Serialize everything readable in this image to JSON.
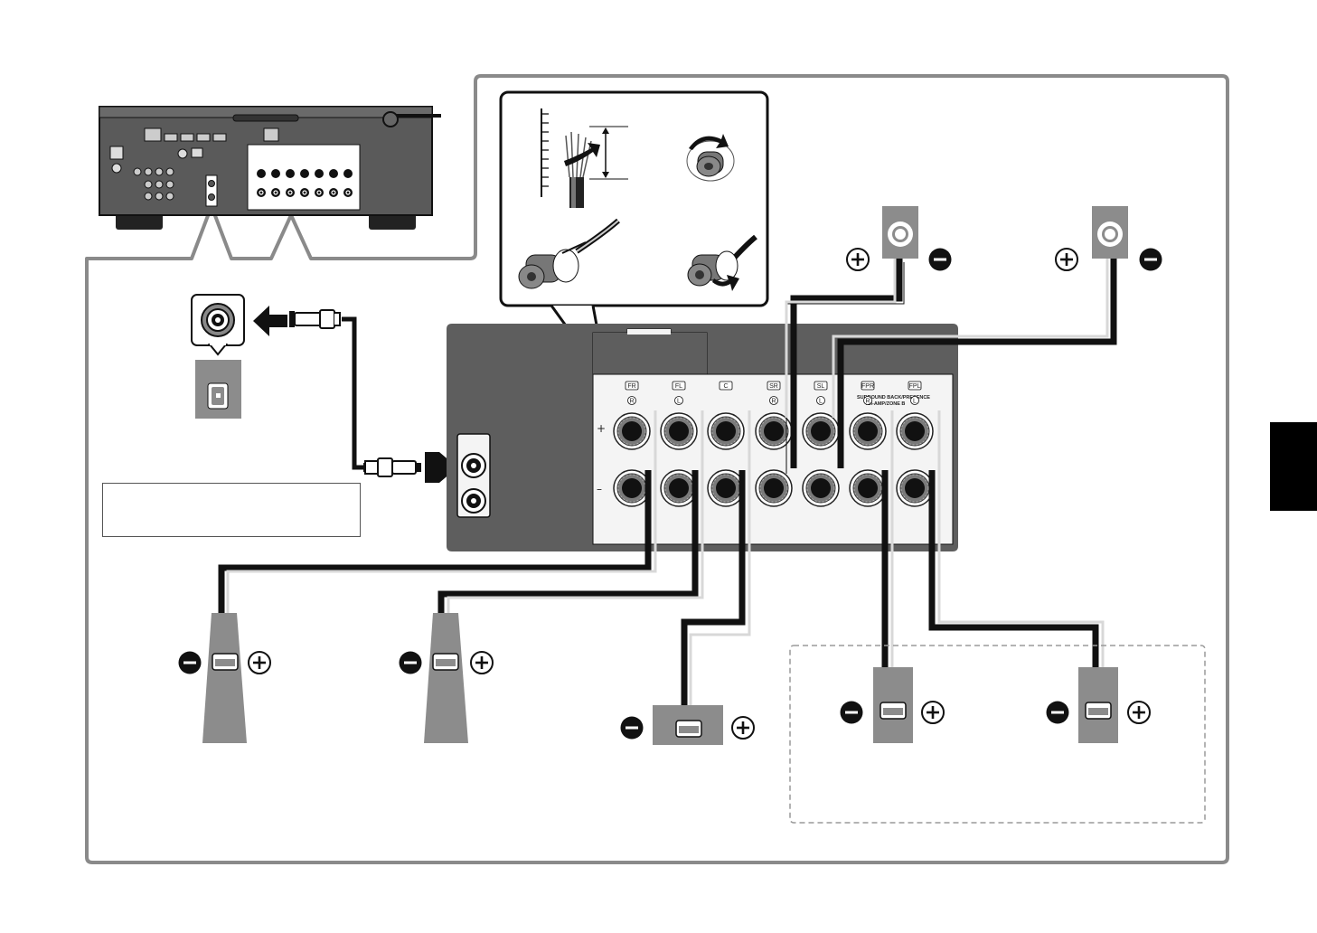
{
  "terminals": [
    {
      "id": "FR",
      "label": "FR",
      "side": "R"
    },
    {
      "id": "FL",
      "label": "FL",
      "side": "L"
    },
    {
      "id": "C",
      "label": "C",
      "side": ""
    },
    {
      "id": "SR",
      "label": "SR",
      "side": "R"
    },
    {
      "id": "SL",
      "label": "SL",
      "side": "L"
    },
    {
      "id": "FPR",
      "label": "FPR",
      "side": "R"
    },
    {
      "id": "FPL",
      "label": "FPL",
      "side": "L"
    }
  ],
  "panel": {
    "plus_label": "+",
    "minus_label": "–",
    "group_label_1": "SURROUND BACK/PRESENCE",
    "group_label_2": "/BI-AMP/ZONE B"
  },
  "colors": {
    "panel_dark": "#5e5e5e",
    "panel_light": "#f4f4f4",
    "speaker_fill": "#8c8c8c",
    "outline": "#8a8a8a",
    "wire": "#111111",
    "wire_light": "#d8d8d8",
    "tab": "#000000"
  },
  "icons": [
    "plus-circle-icon",
    "minus-circle-icon",
    "arrow-icon",
    "rca-plug-icon",
    "speaker-icon",
    "subwoofer-icon",
    "binding-post-icon"
  ]
}
